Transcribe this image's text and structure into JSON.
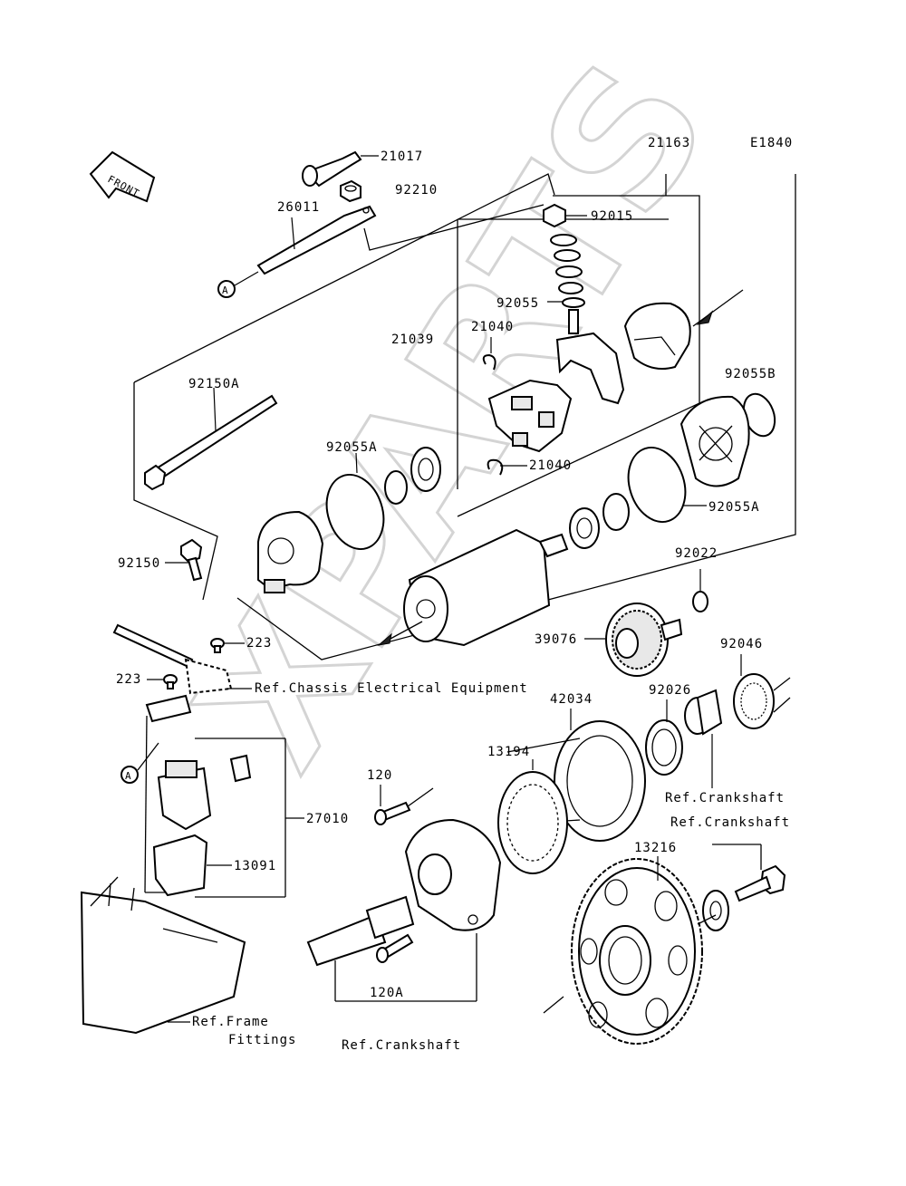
{
  "diagram": {
    "code": "E1840",
    "watermark": "XPARTS",
    "front_marker": "FRONT",
    "ref_marker": "A"
  },
  "labels": {
    "p21017": "21017",
    "p92210": "92210",
    "p26011": "26011",
    "p21163": "21163",
    "p92015": "92015",
    "p92055": "92055",
    "p21040a": "21040",
    "p21039": "21039",
    "p92055b": "92055B",
    "p92150a": "92150A",
    "p92055a1": "92055A",
    "p21040b": "21040",
    "p92055a2": "92055A",
    "p92150": "92150",
    "p92022": "92022",
    "p223a": "223",
    "p39076": "39076",
    "p92046": "92046",
    "p223b": "223",
    "ref_chassis": "Ref.Chassis Electrical Equipment",
    "p42034": "42034",
    "p92026": "92026",
    "p13194": "13194",
    "p120": "120",
    "ref_crank1": "Ref.Crankshaft",
    "p27010": "27010",
    "ref_crank2": "Ref.Crankshaft",
    "p13216": "13216",
    "p13091": "13091",
    "p120a": "120A",
    "ref_frame1": "Ref.Frame",
    "ref_frame2": "Fittings",
    "ref_crank3": "Ref.Crankshaft"
  }
}
